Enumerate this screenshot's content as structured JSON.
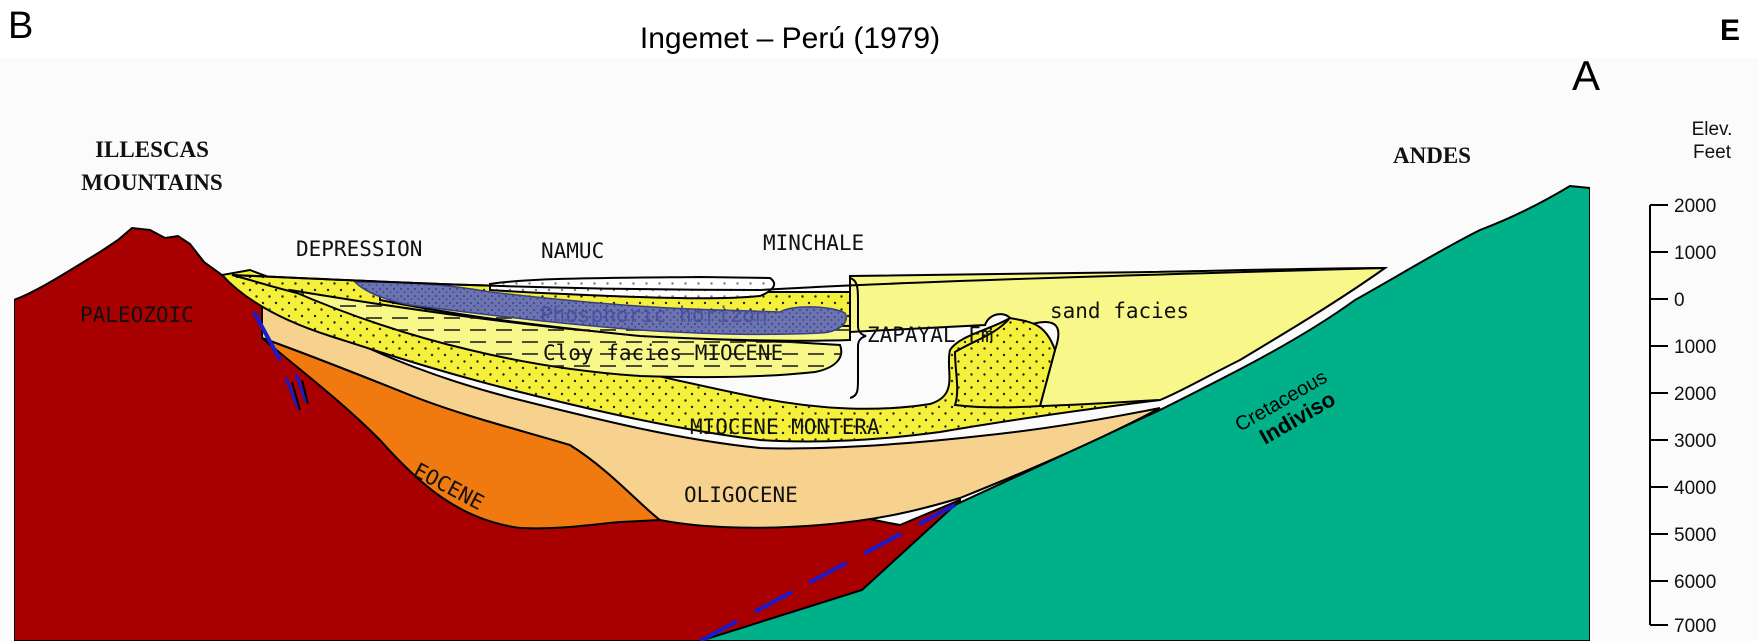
{
  "header": {
    "corner_left": "B",
    "title": "Ingemet – Perú (1979)",
    "corner_right": "E",
    "marker": "A"
  },
  "peaks": {
    "left_line1": "ILLESCAS",
    "left_line2": "MOUNTAINS",
    "right": "ANDES"
  },
  "units": {
    "line1": "Elev.",
    "line2": "Feet"
  },
  "elevation_ticks": [
    "2000",
    "1000",
    "0",
    "1000",
    "2000",
    "3000",
    "4000",
    "5000",
    "6000",
    "7000"
  ],
  "labels": {
    "depression": "DEPRESSION",
    "namuc": "NAMUC",
    "minchale": "MINCHALE",
    "paleozoic": "PALEOZOIC",
    "phosphoric": "Phosphoric horizon",
    "clay": "Cloy facies MIOCENE",
    "zapayal": "ZAPAYAL Fm",
    "sand": "sand facies",
    "montera": "MIOCENE MONTERA",
    "eocene": "EOCENE",
    "oligocene": "OLIGOCENE",
    "cretaceous": "Cretaceous",
    "indiviso": "Indiviso"
  },
  "colors": {
    "paleozoic": "#a80000",
    "eocene": "#f07a10",
    "oligocene": "#f7d28f",
    "montera": "#f5f03a",
    "sand_facies": "#f8f88a",
    "phosphoric": "#6b73b0",
    "cretaceous": "#00b088",
    "fault": "#1a1acc"
  }
}
